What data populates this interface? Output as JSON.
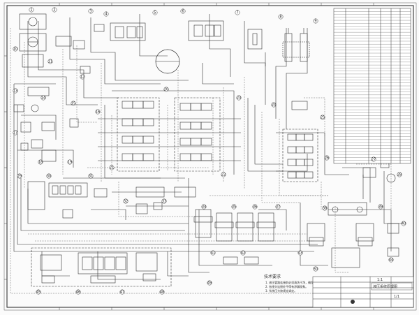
{
  "drawing": {
    "notes_heading": "技术要求",
    "notes": [
      "1. 液压管路连接前必须清洗干净，确保无杂质。",
      "2. 各接头连接处不得有渗漏现象。",
      "3. 系统压力按规定调定。"
    ],
    "scale_label": "1:1",
    "company": "液压系统原理图",
    "sheet_no": "1/1"
  },
  "balloons": [
    "1",
    "2",
    "3",
    "4",
    "5",
    "6",
    "7",
    "8",
    "9",
    "10",
    "11",
    "12",
    "13",
    "14",
    "15",
    "16",
    "17",
    "18",
    "19",
    "20",
    "21",
    "22",
    "23",
    "24",
    "25",
    "26",
    "27",
    "28",
    "29",
    "30",
    "31",
    "32",
    "33",
    "34",
    "35",
    "36",
    "37",
    "38",
    "39",
    "40",
    "41",
    "42",
    "43",
    "44",
    "45",
    "46",
    "47",
    "48",
    "49",
    "50"
  ],
  "parts_table": {
    "rows": 52
  }
}
